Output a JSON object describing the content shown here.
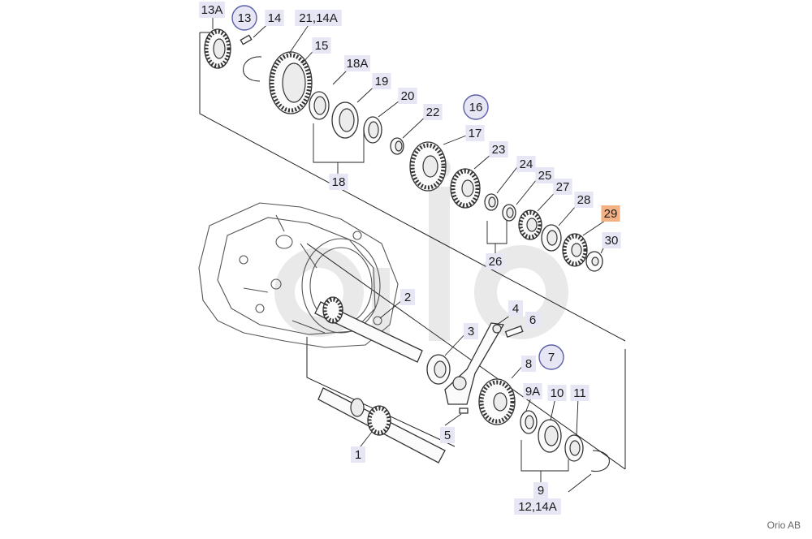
{
  "diagram": {
    "parts": [
      {
        "id": "13A",
        "label": "13A",
        "style": "box"
      },
      {
        "id": "13",
        "label": "13",
        "style": "circle"
      },
      {
        "id": "14",
        "label": "14",
        "style": "box"
      },
      {
        "id": "21-14A",
        "label": "21,14A",
        "style": "box"
      },
      {
        "id": "15",
        "label": "15",
        "style": "box"
      },
      {
        "id": "18A",
        "label": "18A",
        "style": "box"
      },
      {
        "id": "19",
        "label": "19",
        "style": "box"
      },
      {
        "id": "20",
        "label": "20",
        "style": "box"
      },
      {
        "id": "22",
        "label": "22",
        "style": "box"
      },
      {
        "id": "16",
        "label": "16",
        "style": "circle"
      },
      {
        "id": "17",
        "label": "17",
        "style": "box"
      },
      {
        "id": "18",
        "label": "18",
        "style": "box"
      },
      {
        "id": "23",
        "label": "23",
        "style": "box"
      },
      {
        "id": "24",
        "label": "24",
        "style": "box"
      },
      {
        "id": "25",
        "label": "25",
        "style": "box"
      },
      {
        "id": "27",
        "label": "27",
        "style": "box"
      },
      {
        "id": "28",
        "label": "28",
        "style": "box"
      },
      {
        "id": "29",
        "label": "29",
        "style": "highlight"
      },
      {
        "id": "30",
        "label": "30",
        "style": "box"
      },
      {
        "id": "26",
        "label": "26",
        "style": "box"
      },
      {
        "id": "2",
        "label": "2",
        "style": "box"
      },
      {
        "id": "4",
        "label": "4",
        "style": "box"
      },
      {
        "id": "6",
        "label": "6",
        "style": "box"
      },
      {
        "id": "3",
        "label": "3",
        "style": "box"
      },
      {
        "id": "7",
        "label": "7",
        "style": "circle"
      },
      {
        "id": "8",
        "label": "8",
        "style": "box"
      },
      {
        "id": "9A",
        "label": "9A",
        "style": "box"
      },
      {
        "id": "10",
        "label": "10",
        "style": "box"
      },
      {
        "id": "11",
        "label": "11",
        "style": "box"
      },
      {
        "id": "5",
        "label": "5",
        "style": "box"
      },
      {
        "id": "1",
        "label": "1",
        "style": "box"
      },
      {
        "id": "9",
        "label": "9",
        "style": "box"
      },
      {
        "id": "12-14A",
        "label": "12,14A",
        "style": "box"
      }
    ],
    "colors": {
      "label_bg": "#e6e6f4",
      "highlight": "#f4b183",
      "circle_stroke": "#5b5fa8",
      "watermark": "#e9e9e9"
    }
  },
  "footer": {
    "copyright": "Orio AB"
  }
}
